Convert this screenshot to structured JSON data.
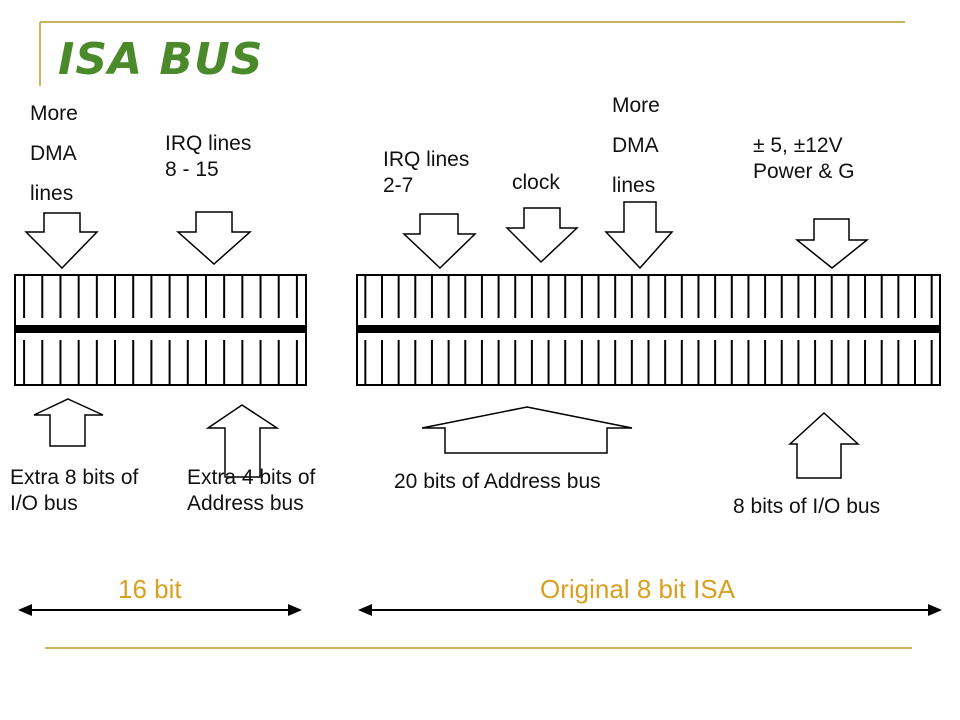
{
  "slide": {
    "title": "ISA BUS",
    "accent_color": "#c8b560",
    "title_color": "#4a8a2a",
    "footer_color": "#d8a020"
  },
  "top_labels": {
    "more_dma_left": [
      "More",
      "DMA",
      "lines"
    ],
    "irq_8_15": [
      "IRQ lines",
      "8 - 15"
    ],
    "irq_2_7": [
      "IRQ lines",
      "2-7"
    ],
    "clock": "clock",
    "more_dma_right": [
      "More",
      "DMA",
      "lines"
    ],
    "power": [
      "± 5, ±12V",
      "Power & G"
    ]
  },
  "bottom_labels": {
    "extra8_io": [
      "Extra 8 bits of",
      "I/O bus"
    ],
    "extra4_addr": [
      "Extra 4 bits of",
      "Address bus"
    ],
    "addr20": "20 bits of Address bus",
    "io8": "8 bits of I/O bus"
  },
  "footer": {
    "left": "16 bit",
    "right": "Original 8 bit ISA"
  },
  "connectors": {
    "left_pins": 16,
    "right_pins": 35
  }
}
